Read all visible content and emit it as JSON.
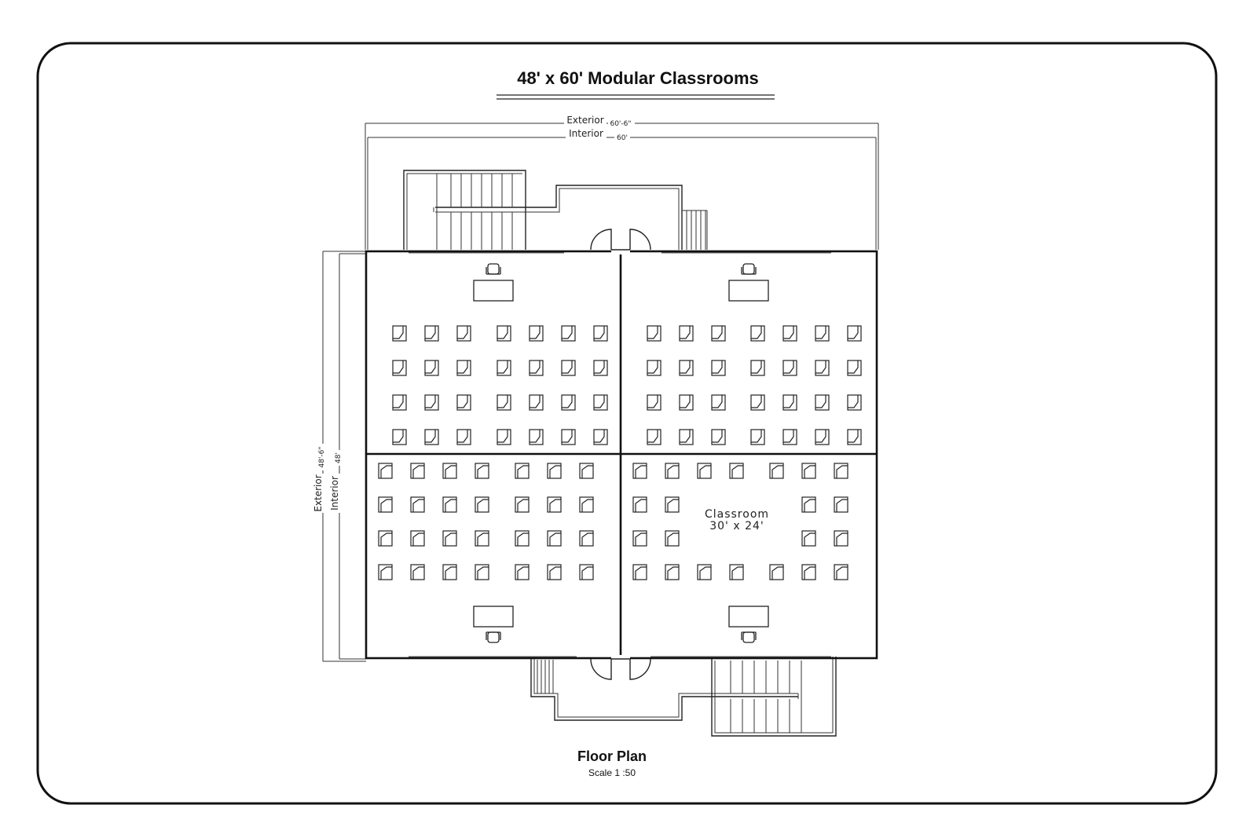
{
  "title": "48' x 60' Modular Classrooms",
  "dimensions": {
    "horizontal_exterior_label": "Exterior",
    "horizontal_exterior_value": "60'-6\"",
    "horizontal_interior_label": "Interior",
    "horizontal_interior_value": "60'",
    "vertical_exterior_label": "Exterior",
    "vertical_exterior_value": "48'-6\"",
    "vertical_interior_label": "Interior",
    "vertical_interior_value": "48'"
  },
  "room_label": {
    "name": "Classroom",
    "size": "30' x 24'"
  },
  "caption": {
    "title": "Floor Plan",
    "scale": "Scale 1 :50"
  },
  "colors": {
    "line": "#222222",
    "background": "#ffffff"
  }
}
